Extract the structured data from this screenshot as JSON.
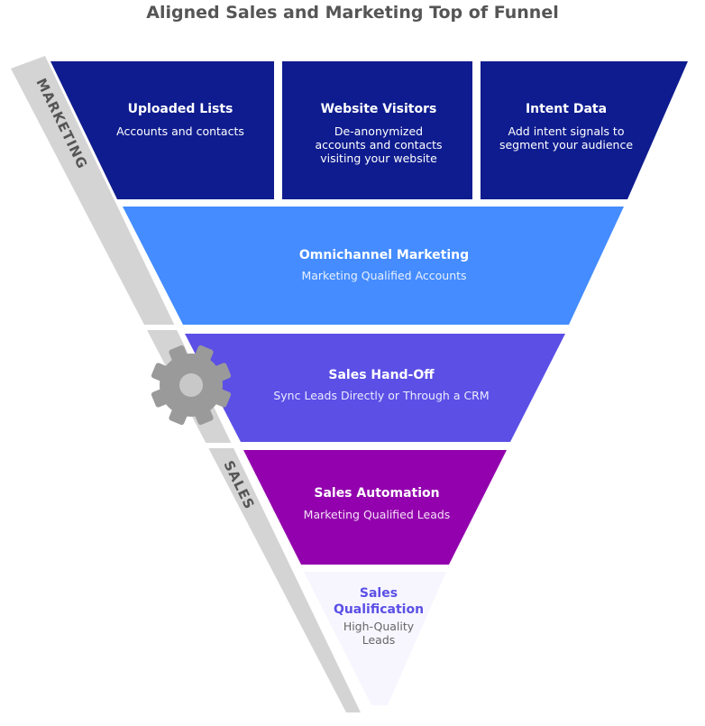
{
  "title": "Aligned Sales and Marketing Top of Funnel",
  "side_labels": {
    "marketing": "MARKETING",
    "sales": "SALES"
  },
  "top_boxes": [
    {
      "heading": "Uploaded Lists",
      "lines": [
        "Accounts and contacts"
      ]
    },
    {
      "heading": "Website Visitors",
      "lines": [
        "De-anonymized",
        "accounts and contacts",
        "visiting your website"
      ]
    },
    {
      "heading": "Intent Data",
      "lines": [
        "Add intent signals to",
        "segment your audience"
      ]
    }
  ],
  "stages": [
    {
      "heading": "Omnichannel Marketing",
      "lines": [
        "Marketing Qualified Accounts"
      ]
    },
    {
      "heading": "Sales Hand-Off",
      "lines": [
        "Sync Leads Directly or Through a CRM"
      ]
    },
    {
      "heading": "Sales Automation",
      "lines": [
        "Marketing Qualified Leads"
      ]
    },
    {
      "heading_lines": [
        "Sales",
        "Qualification"
      ],
      "lines": [
        "High-Quality",
        "Leads"
      ]
    }
  ],
  "colors": {
    "top_box": "#0f1c8f",
    "omnichannel": "#448cff",
    "hand_off": "#5b4fe6",
    "automation": "#9300ad",
    "qualification": "#f7f6ff",
    "qualification_text": "#5b4fe6",
    "side_bar": "#d4d4d4",
    "gear": "#9a9a9a"
  },
  "icons": {
    "gear": "gear-icon"
  }
}
